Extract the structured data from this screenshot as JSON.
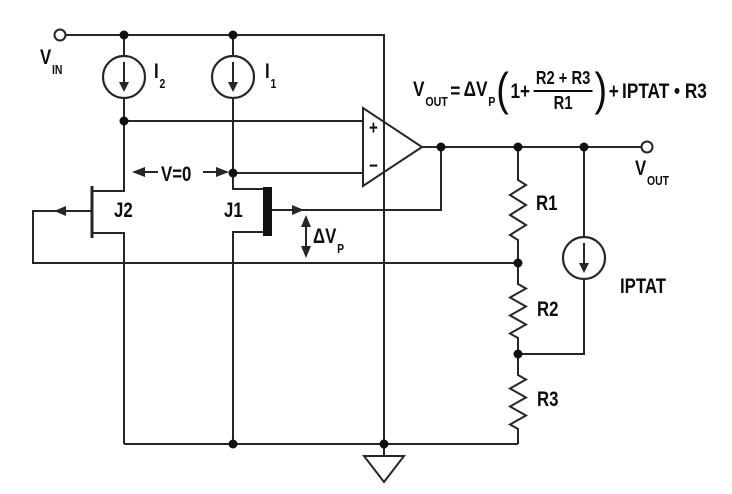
{
  "labels": {
    "vin": {
      "main": "V",
      "sub": "IN"
    },
    "vout": {
      "main": "V",
      "sub": "OUT"
    },
    "i2": {
      "main": "I",
      "sub": "2"
    },
    "i1": {
      "main": "I",
      "sub": "1"
    },
    "j2": "J2",
    "j1": "J1",
    "v_zero": "V=0",
    "delta_vp": {
      "main": "ΔV",
      "sub": "P"
    },
    "opamp": {
      "plus": "+",
      "minus": "−"
    },
    "r1": "R1",
    "r2": "R2",
    "r3": "R3",
    "iptat": "IPTAT"
  },
  "formula": {
    "lhs": {
      "main": "V",
      "sub": "OUT"
    },
    "eq": "=",
    "gain": {
      "main": "ΔV",
      "sub": "P"
    },
    "open_paren": "(",
    "one_plus": "1+",
    "numerator": "R2 + R3",
    "denominator": "R1",
    "close_paren": ")",
    "plus": "+",
    "term": "IPTAT • R3"
  },
  "colors": {
    "wire": "#262626",
    "text": "#0c0c12",
    "background": "#ffffff"
  }
}
